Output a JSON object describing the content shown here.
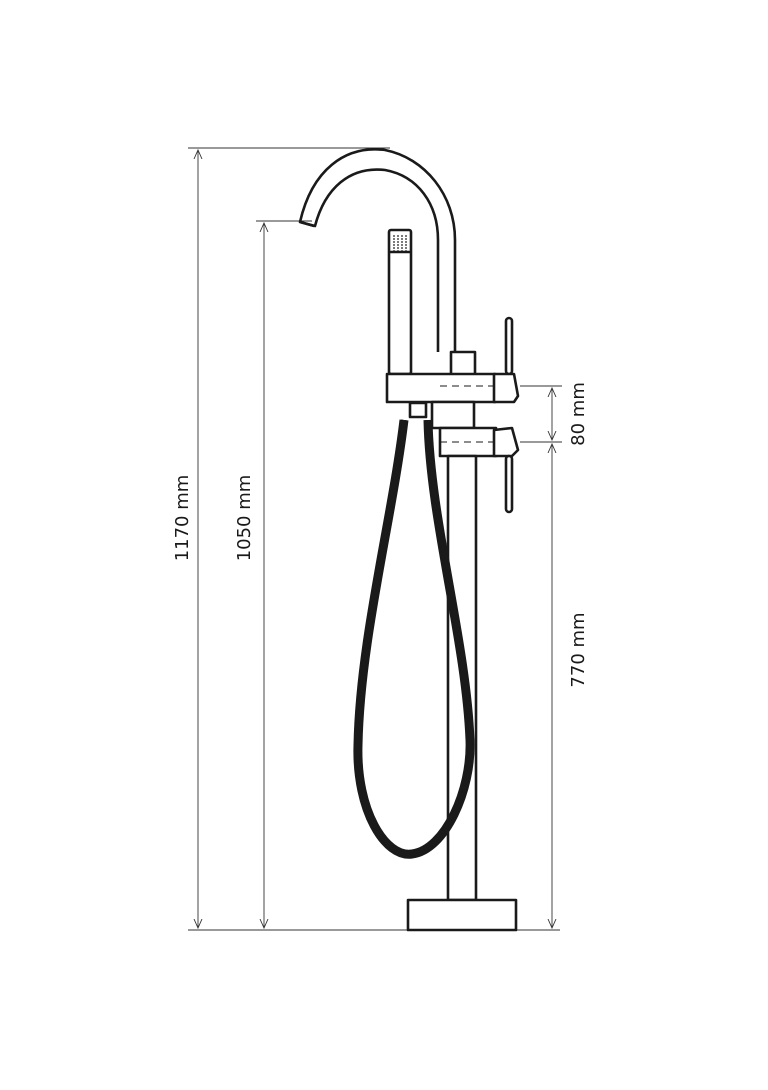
{
  "dimensions": {
    "total_height": "1170 mm",
    "spout_outlet_height": "1050 mm",
    "mixer_height": "770 mm",
    "handle_spacing": "80 mm"
  },
  "colors": {
    "line": "#1a1a1a",
    "background": "#ffffff"
  }
}
